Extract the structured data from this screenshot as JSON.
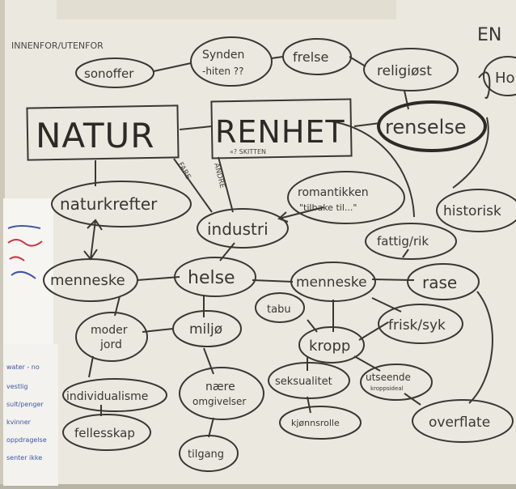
{
  "header": {
    "top_left_label": "INNENFOR/UTENFOR",
    "top_right_fragment": "EN"
  },
  "nodes": {
    "natur": "NATUR",
    "renhet": "RENHET",
    "renhet_sub": "«? SKITTEN",
    "renselse": "renselse",
    "religiost": "religiøst",
    "frelse": "frelse",
    "synden_line1": "Synden",
    "synden_line2": "-hiten ??",
    "sonoffer": "sonoffer",
    "ho_fragment": "Ho",
    "naturkrefter": "naturkrefter",
    "industri": "industri",
    "romantikken_line1": "romantikken",
    "romantikken_line2": "\"tilbake til...\"",
    "historisk": "historisk",
    "fattigdom": "fattig/rik",
    "menneske_left": "menneske",
    "helse": "helse",
    "menneske_center": "menneske",
    "rase": "rase",
    "tabu": "tabu",
    "frisk_syk": "frisk/syk",
    "kropp": "kropp",
    "mor_jord_line1": "moder",
    "mor_jord_line2": "jord",
    "miljo": "miljø",
    "individualisme": "individualisme",
    "naere_line1": "nære",
    "naere_line2": "omgivelser",
    "seksualitet": "seksualitet",
    "utseende_line1": "utseende",
    "utseende_line2": "kroppsideal",
    "fellesskap": "fellesskap",
    "kjonnshet": "kjønnsrolle",
    "overflate": "overflate",
    "tilgang": "tilgang"
  },
  "edge_labels": {
    "left_edge": "FARE",
    "right_edge": "ANDRE"
  },
  "side_sheet": {
    "lines": [
      "water - no",
      "vestlig",
      "sult/penger",
      "kvinner",
      "oppdragelse",
      "senter ikke"
    ]
  }
}
